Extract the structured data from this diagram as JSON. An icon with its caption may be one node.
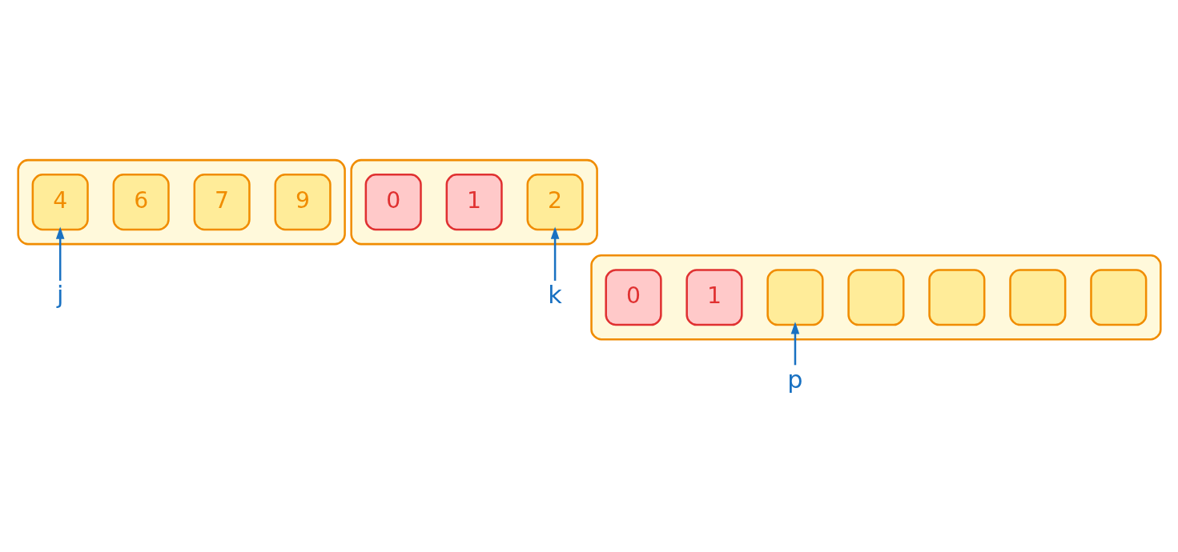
{
  "diagram": {
    "nodes": [
      {
        "text": [],
        "shape": "box"
      },
      {
        "text": [
          "4"
        ],
        "in": 0
      },
      {
        "text": [
          "6"
        ],
        "in": 0
      },
      {
        "text": [
          "7"
        ],
        "in": 0
      },
      {
        "text": [
          "9"
        ],
        "in": 0
      },
      {
        "text": [],
        "shape": "box"
      },
      {
        "text": [
          "0"
        ],
        "in": 5
      },
      {
        "text": [
          "1"
        ],
        "in": 5
      },
      {
        "text": [
          "2"
        ],
        "in": 5
      },
      {
        "text": [],
        "shape": "box"
      },
      {
        "text": [
          "0"
        ],
        "in": 9
      },
      {
        "text": [
          "1"
        ],
        "in": 9
      },
      {
        "text": [],
        "shape": "box",
        "in": 9
      },
      {
        "text": [],
        "shape": "box",
        "in": 9
      },
      {
        "text": [],
        "shape": "box",
        "in": 9
      },
      {
        "text": [],
        "shape": "box",
        "in": 9
      },
      {
        "text": [],
        "shape": "box",
        "in": 9
      },
      {
        "text": [
          "j"
        ]
      },
      {
        "text": [
          "k"
        ]
      },
      {
        "text": [
          "p"
        ]
      }
    ],
    "edges": [
      {
        "from": 17,
        "to": 1,
        "arrow": "to"
      },
      {
        "from": 18,
        "to": 8,
        "arrow": "to"
      },
      {
        "from": 19,
        "to": 12,
        "arrow": "to"
      }
    ]
  }
}
